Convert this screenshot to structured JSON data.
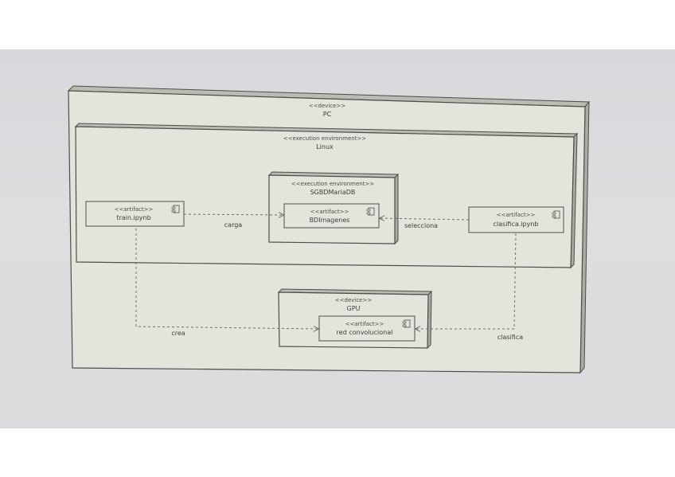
{
  "diagram": {
    "nodes": {
      "pc": {
        "stereotype": "<<device>>",
        "name": "PC"
      },
      "linux": {
        "stereotype": "<<execution environment>>",
        "name": "Linux"
      },
      "sgbd": {
        "stereotype": "<<execution environment>>",
        "name": "SGBDMariaDB"
      },
      "gpu": {
        "stereotype": "<<device>>",
        "name": "GPU"
      }
    },
    "artifacts": {
      "train": {
        "stereotype": "<<artifact>>",
        "name": "train.ipynb"
      },
      "bdimagenes": {
        "stereotype": "<<artifact>>",
        "name": "BDImagenes"
      },
      "clasifica": {
        "stereotype": "<<artifact>>",
        "name": "clasifica.ipynb"
      },
      "red": {
        "stereotype": "<<artifact>>",
        "name": "red convolucional"
      }
    },
    "edges": {
      "carga": {
        "label": "carga",
        "from": "train.ipynb",
        "to": "BDImagenes"
      },
      "selecciona": {
        "label": "selecciona",
        "from": "clasifica.ipynb",
        "to": "BDImagenes"
      },
      "crea": {
        "label": "crea",
        "from": "train.ipynb",
        "to": "red convolucional"
      },
      "clasifica": {
        "label": "clasifica",
        "from": "clasifica.ipynb",
        "to": "red convolucional"
      }
    }
  },
  "colors": {
    "screen": "#d8dadc",
    "node_fill": "#e3e5dc",
    "node_side": "#b9bcb2",
    "stroke": "#4d4d4d",
    "edge": "#6e6e6e"
  }
}
